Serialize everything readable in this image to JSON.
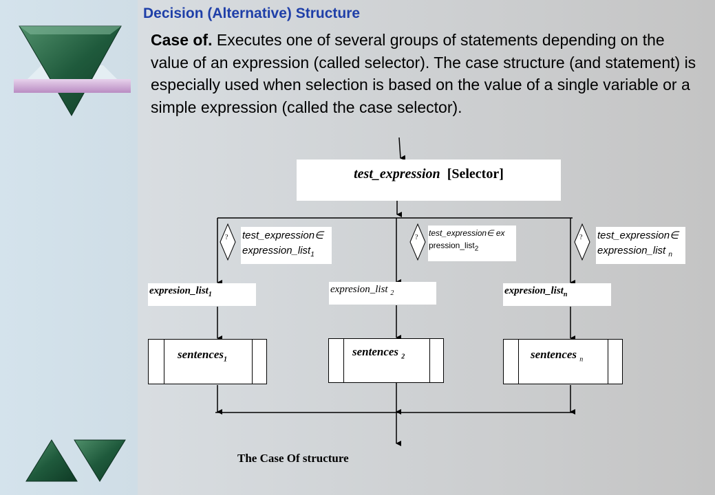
{
  "title": "Decision (Alternative) Structure",
  "paragraph": {
    "lead": "Case of.",
    "body": " Executes one of several groups of statements depending on the value of an expression (called selector). The case structure (and statement) is especially used when selection is based on the value of a single variable or a simple expression (called the case selector)."
  },
  "diagram": {
    "selector": {
      "expr": "test_expression",
      "label": "[Selector]"
    },
    "question_mark": "?",
    "branches": [
      {
        "cond_a": "test_expression∈",
        "cond_b": "expression_list",
        "cond_sub": "1",
        "list": "expresion_list",
        "list_sub": "1",
        "sentences": "sentences",
        "sentences_sub": "1"
      },
      {
        "cond_a": "test_expression∈ ex",
        "cond_b": "pression_list",
        "cond_sub": "2",
        "list": "expresion_list ",
        "list_sub": "2",
        "sentences": "sentences ",
        "sentences_sub": "2"
      },
      {
        "cond_a": "test_expression∈",
        "cond_b": "expression_list ",
        "cond_sub": "n",
        "list": "expresion_list",
        "list_sub": "n",
        "sentences": "sentences ",
        "sentences_sub": "n"
      }
    ],
    "caption": "The Case Of structure"
  },
  "colors": {
    "title": "#1f3fa8",
    "emerald": "#2e6b4a",
    "band": "#c9a3d1"
  }
}
